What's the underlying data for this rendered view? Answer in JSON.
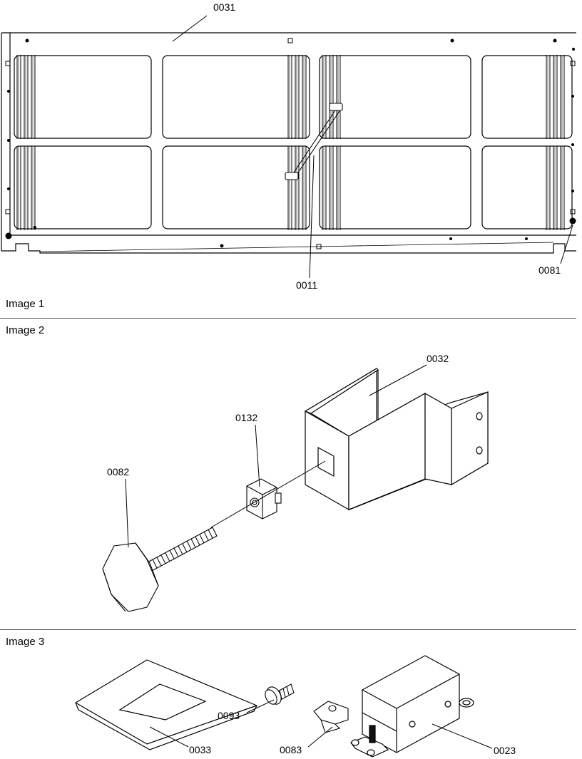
{
  "image1": {
    "label": "Image 1",
    "parts": {
      "p0031": "0031",
      "p0011": "0011",
      "p0081": "0081"
    }
  },
  "image2": {
    "label": "Image 2",
    "parts": {
      "p0032": "0032",
      "p0132": "0132",
      "p0082": "0082"
    }
  },
  "image3": {
    "label": "Image 3",
    "parts": {
      "p0033": "0033",
      "p0093": "0093",
      "p0083": "0083",
      "p0023": "0023"
    }
  }
}
